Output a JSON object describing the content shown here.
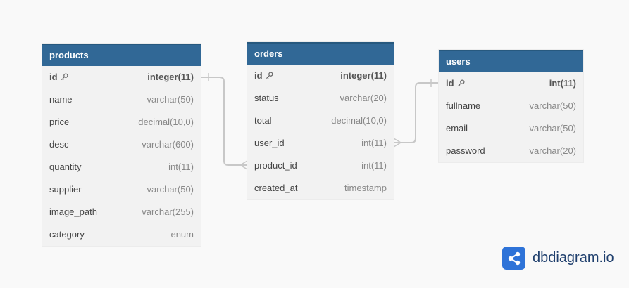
{
  "tables": {
    "products": {
      "title": "products",
      "rows": [
        {
          "name": "id",
          "type": "integer(11)"
        },
        {
          "name": "name",
          "type": "varchar(50)"
        },
        {
          "name": "price",
          "type": "decimal(10,0)"
        },
        {
          "name": "desc",
          "type": "varchar(600)"
        },
        {
          "name": "quantity",
          "type": "int(11)"
        },
        {
          "name": "supplier",
          "type": "varchar(50)"
        },
        {
          "name": "image_path",
          "type": "varchar(255)"
        },
        {
          "name": "category",
          "type": "enum"
        }
      ]
    },
    "orders": {
      "title": "orders",
      "rows": [
        {
          "name": "id",
          "type": "integer(11)"
        },
        {
          "name": "status",
          "type": "varchar(20)"
        },
        {
          "name": "total",
          "type": "decimal(10,0)"
        },
        {
          "name": "user_id",
          "type": "int(11)"
        },
        {
          "name": "product_id",
          "type": "int(11)"
        },
        {
          "name": "created_at",
          "type": "timestamp"
        }
      ]
    },
    "users": {
      "title": "users",
      "rows": [
        {
          "name": "id",
          "type": "int(11)"
        },
        {
          "name": "fullname",
          "type": "varchar(50)"
        },
        {
          "name": "email",
          "type": "varchar(50)"
        },
        {
          "name": "password",
          "type": "varchar(20)"
        }
      ]
    }
  },
  "icons": {
    "primary_key": "key-icon",
    "brand": "share-nodes-icon"
  },
  "colors": {
    "header": "#316896",
    "brand": "#2e73d8",
    "connector": "#c8c8c8"
  },
  "brand": {
    "text": "dbdiagram.io"
  }
}
